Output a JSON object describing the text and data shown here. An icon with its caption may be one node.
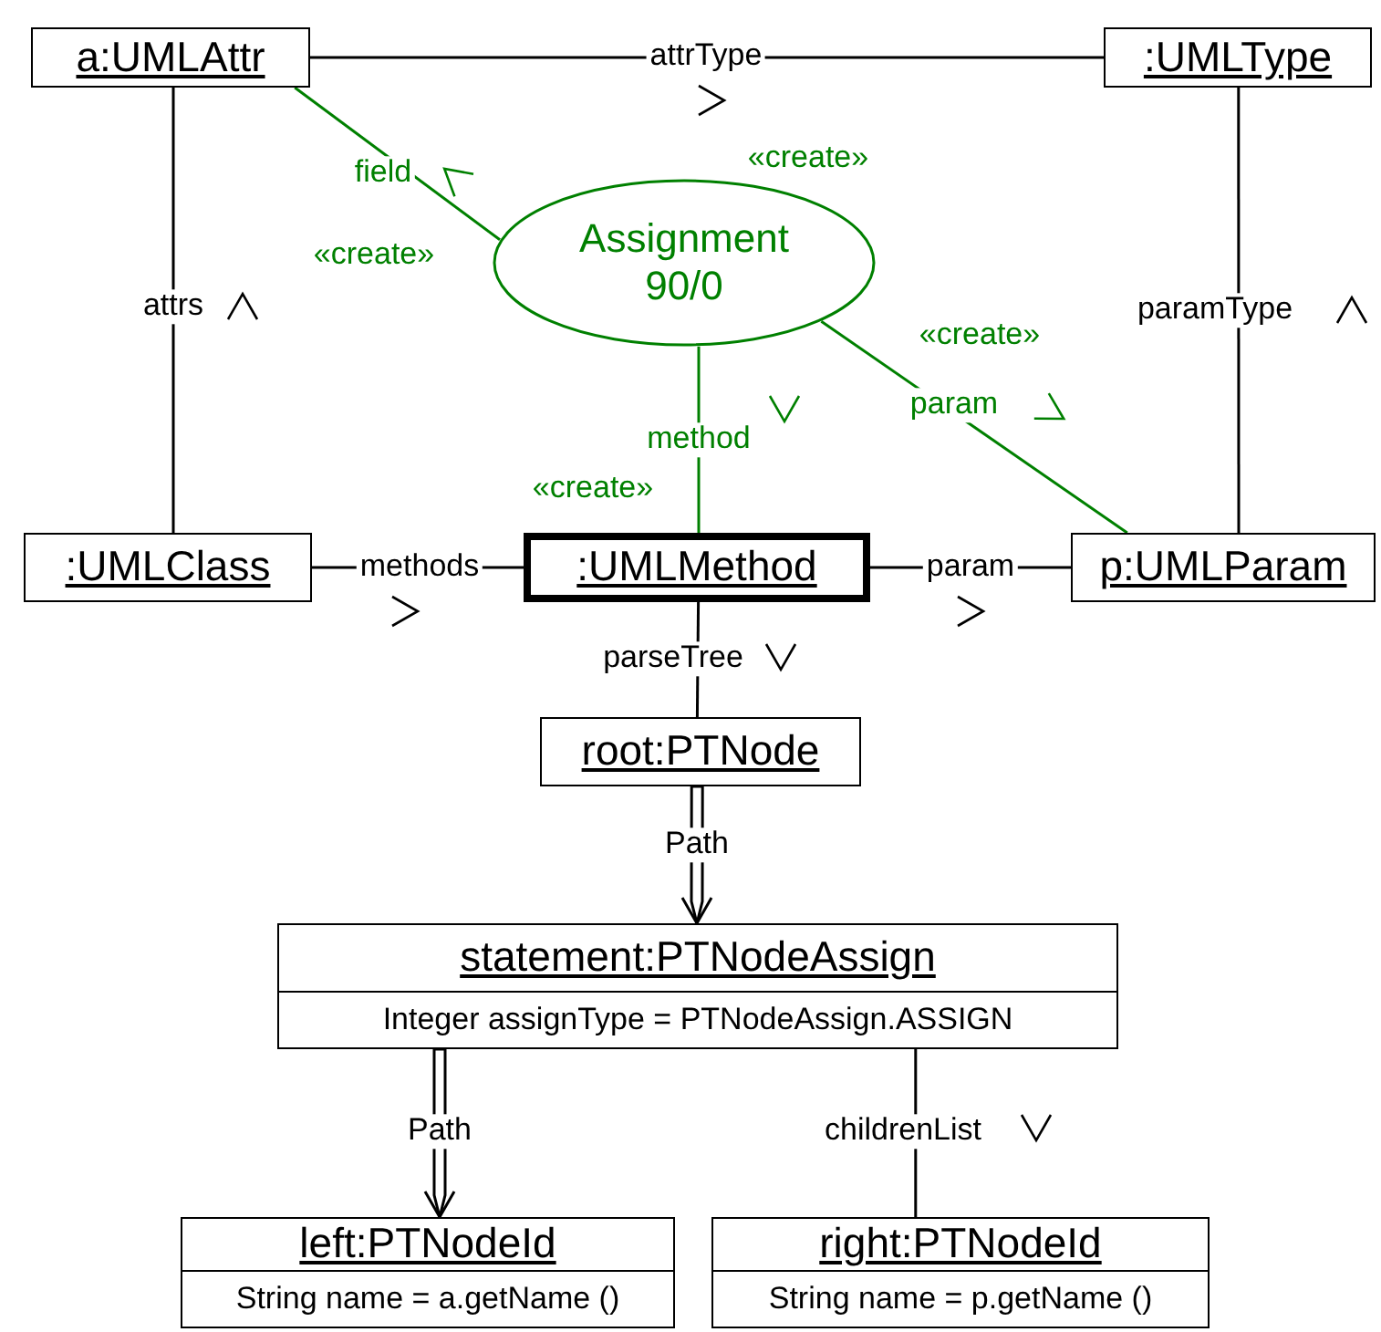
{
  "diagram": {
    "nodes": [
      {
        "text": [
          "a:UMLAttr"
        ]
      },
      {
        "text": [
          ":UMLType"
        ]
      },
      {
        "text": [
          "Assignment 90/0"
        ],
        "beside": [
          "«create»"
        ]
      },
      {
        "text": [
          ":UMLClass"
        ]
      },
      {
        "text": [
          ":UMLMethod"
        ]
      },
      {
        "text": [
          "p:UMLParam"
        ]
      },
      {
        "text": [
          "root:PTNode"
        ]
      },
      {
        "text": [
          "statement:PTNodeAssign",
          "Integer assignType = PTNodeAssign.ASSIGN"
        ]
      },
      {
        "text": [
          "left:PTNodeId",
          "String name = a.getName ()"
        ]
      },
      {
        "text": [
          "right:PTNodeId",
          "String name = p.getName ()"
        ]
      }
    ],
    "edges": [
      {
        "from": 0,
        "to": 1,
        "arrow": "none",
        "label": "attrType"
      },
      {
        "from": 0,
        "to": 3,
        "arrow": "none",
        "label": "attrs"
      },
      {
        "from": 1,
        "to": 5,
        "arrow": "none",
        "label": "paramType"
      },
      {
        "from": 3,
        "to": 4,
        "arrow": "none",
        "label": "methods"
      },
      {
        "from": 4,
        "to": 5,
        "arrow": "none",
        "label": "param"
      },
      {
        "from": 4,
        "to": 6,
        "arrow": "none",
        "label": "parseTree"
      },
      {
        "from": 6,
        "to": 7,
        "arrow": "to",
        "label": "Path"
      },
      {
        "from": 7,
        "to": 8,
        "arrow": "to",
        "label": "Path"
      },
      {
        "from": 7,
        "to": 9,
        "arrow": "none",
        "label": "childrenList"
      },
      {
        "from": 2,
        "to": 0,
        "arrow": "none",
        "label": "field",
        "color": "#008000"
      },
      {
        "from": 2,
        "to": 4,
        "arrow": "none",
        "label": "method",
        "color": "#008000"
      },
      {
        "from": 2,
        "to": 5,
        "arrow": "none",
        "label": "param",
        "color": "#008000"
      }
    ],
    "labels": [
      "«create»",
      "«create»",
      "«create»"
    ]
  }
}
